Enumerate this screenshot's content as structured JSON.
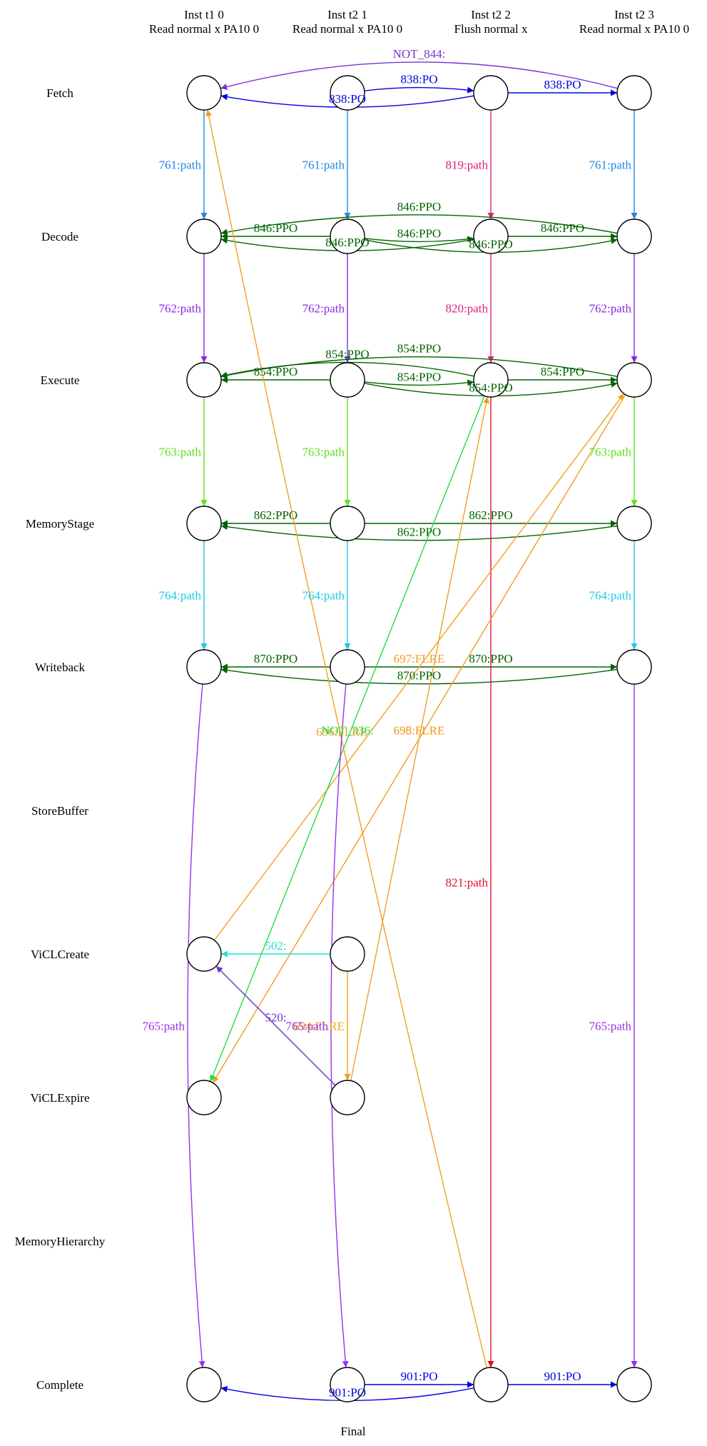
{
  "columns": [
    {
      "id": "t10",
      "line1": "Inst t1 0",
      "line2": "Read normal x PA10 0"
    },
    {
      "id": "t21",
      "line1": "Inst t2 1",
      "line2": "Read normal x PA10 0"
    },
    {
      "id": "t22",
      "line1": "Inst t2 2",
      "line2": "Flush normal  x"
    },
    {
      "id": "t23",
      "line1": "Inst t2 3",
      "line2": "Read normal x PA10 0"
    }
  ],
  "rows": [
    {
      "id": "fetch",
      "label": "Fetch"
    },
    {
      "id": "decode",
      "label": "Decode"
    },
    {
      "id": "execute",
      "label": "Execute"
    },
    {
      "id": "mem",
      "label": "MemoryStage"
    },
    {
      "id": "wb",
      "label": "Writeback"
    },
    {
      "id": "sb",
      "label": "StoreBuffer"
    },
    {
      "id": "vcc",
      "label": "ViCLCreate"
    },
    {
      "id": "vce",
      "label": "ViCLExpire"
    },
    {
      "id": "mh",
      "label": "MemoryHierarchy"
    },
    {
      "id": "complete",
      "label": "Complete"
    }
  ],
  "footer": "Final",
  "colors": {
    "po": "#0000dd",
    "ppo": "#006400",
    "flush_path": "#e0207a",
    "long_path": "#e01030",
    "fetch_decode": "#1e88e5",
    "decode_execute": "#8a2be2",
    "execute_mem": "#5fe01e",
    "mem_wb": "#1ec8e6",
    "complete_path": "#9b30e8",
    "flre": "#f0a020",
    "not336": "#22dd44",
    "vicl": "#22e0d0",
    "not844": "#7733cc",
    "vicl520": "#6633cc"
  },
  "nodes": [
    {
      "col": 0,
      "row": 0
    },
    {
      "col": 1,
      "row": 0
    },
    {
      "col": 2,
      "row": 0
    },
    {
      "col": 3,
      "row": 0
    },
    {
      "col": 0,
      "row": 1
    },
    {
      "col": 1,
      "row": 1
    },
    {
      "col": 2,
      "row": 1
    },
    {
      "col": 3,
      "row": 1
    },
    {
      "col": 0,
      "row": 2
    },
    {
      "col": 1,
      "row": 2
    },
    {
      "col": 2,
      "row": 2
    },
    {
      "col": 3,
      "row": 2
    },
    {
      "col": 0,
      "row": 3
    },
    {
      "col": 1,
      "row": 3
    },
    {
      "col": 3,
      "row": 3
    },
    {
      "col": 0,
      "row": 4
    },
    {
      "col": 1,
      "row": 4
    },
    {
      "col": 3,
      "row": 4
    },
    {
      "col": 0,
      "row": 6
    },
    {
      "col": 1,
      "row": 6
    },
    {
      "col": 0,
      "row": 7
    },
    {
      "col": 1,
      "row": 7
    },
    {
      "col": 0,
      "row": 9
    },
    {
      "col": 1,
      "row": 9
    },
    {
      "col": 2,
      "row": 9
    },
    {
      "col": 3,
      "row": 9
    }
  ],
  "edges": [
    {
      "from": [
        1,
        0
      ],
      "to": [
        2,
        0
      ],
      "bend": -6,
      "color": "po",
      "label": "838:PO"
    },
    {
      "from": [
        2,
        0
      ],
      "to": [
        3,
        0
      ],
      "bend": 0,
      "color": "po",
      "label": "838:PO"
    },
    {
      "from": [
        2,
        0
      ],
      "to": [
        0,
        0
      ],
      "bend": -18,
      "color": "po",
      "label": "838:PO"
    },
    {
      "from": [
        3,
        0
      ],
      "to": [
        0,
        0
      ],
      "bend": 40,
      "color": "not844",
      "label": "NOT_844:"
    },
    {
      "from": [
        0,
        0
      ],
      "to": [
        0,
        1
      ],
      "bend": 0,
      "color": "fetch_decode",
      "label": "761:path"
    },
    {
      "from": [
        1,
        0
      ],
      "to": [
        1,
        1
      ],
      "bend": 0,
      "color": "fetch_decode",
      "label": "761:path"
    },
    {
      "from": [
        2,
        0
      ],
      "to": [
        2,
        1
      ],
      "bend": 0,
      "color": "flush_path",
      "label": "819:path"
    },
    {
      "from": [
        3,
        0
      ],
      "to": [
        3,
        1
      ],
      "bend": 0,
      "color": "fetch_decode",
      "label": "761:path"
    },
    {
      "from": [
        1,
        1
      ],
      "to": [
        0,
        1
      ],
      "bend": 0,
      "color": "ppo",
      "label": "846:PPO"
    },
    {
      "from": [
        1,
        1
      ],
      "to": [
        2,
        1
      ],
      "bend": 6,
      "color": "ppo",
      "label": "846:PPO"
    },
    {
      "from": [
        2,
        1
      ],
      "to": [
        3,
        1
      ],
      "bend": 0,
      "color": "ppo",
      "label": "846:PPO"
    },
    {
      "from": [
        2,
        1
      ],
      "to": [
        0,
        1
      ],
      "bend": -18,
      "color": "ppo",
      "label": "846:PPO"
    },
    {
      "from": [
        3,
        1
      ],
      "to": [
        0,
        1
      ],
      "bend": 28,
      "color": "ppo",
      "label": "846:PPO"
    },
    {
      "from": [
        1,
        1
      ],
      "to": [
        3,
        1
      ],
      "bend": 20,
      "color": "ppo",
      "label": "846:PPO"
    },
    {
      "from": [
        0,
        1
      ],
      "to": [
        0,
        2
      ],
      "bend": 0,
      "color": "decode_execute",
      "label": "762:path"
    },
    {
      "from": [
        1,
        1
      ],
      "to": [
        1,
        2
      ],
      "bend": 0,
      "color": "decode_execute",
      "label": "762:path"
    },
    {
      "from": [
        2,
        1
      ],
      "to": [
        2,
        2
      ],
      "bend": 0,
      "color": "flush_path",
      "label": "820:path"
    },
    {
      "from": [
        3,
        1
      ],
      "to": [
        3,
        2
      ],
      "bend": 0,
      "color": "decode_execute",
      "label": "762:path"
    },
    {
      "from": [
        1,
        2
      ],
      "to": [
        0,
        2
      ],
      "bend": 0,
      "color": "ppo",
      "label": "854:PPO"
    },
    {
      "from": [
        1,
        2
      ],
      "to": [
        2,
        2
      ],
      "bend": 6,
      "color": "ppo",
      "label": "854:PPO"
    },
    {
      "from": [
        2,
        2
      ],
      "to": [
        3,
        2
      ],
      "bend": 0,
      "color": "ppo",
      "label": "854:PPO"
    },
    {
      "from": [
        2,
        2
      ],
      "to": [
        0,
        2
      ],
      "bend": 22,
      "color": "ppo",
      "label": "854:PPO"
    },
    {
      "from": [
        3,
        2
      ],
      "to": [
        0,
        2
      ],
      "bend": 30,
      "color": "ppo",
      "label": "854:PPO"
    },
    {
      "from": [
        1,
        2
      ],
      "to": [
        3,
        2
      ],
      "bend": 20,
      "color": "ppo",
      "label": "854:PPO"
    },
    {
      "from": [
        0,
        2
      ],
      "to": [
        0,
        3
      ],
      "bend": 0,
      "color": "execute_mem",
      "label": "763:path"
    },
    {
      "from": [
        1,
        2
      ],
      "to": [
        1,
        3
      ],
      "bend": 0,
      "color": "execute_mem",
      "label": "763:path"
    },
    {
      "from": [
        3,
        2
      ],
      "to": [
        3,
        3
      ],
      "bend": 0,
      "color": "execute_mem",
      "label": "763:path"
    },
    {
      "from": [
        1,
        3
      ],
      "to": [
        0,
        3
      ],
      "bend": 0,
      "color": "ppo",
      "label": "862:PPO"
    },
    {
      "from": [
        1,
        3
      ],
      "to": [
        3,
        3
      ],
      "bend": 0,
      "color": "ppo",
      "label": "862:PPO"
    },
    {
      "from": [
        3,
        3
      ],
      "to": [
        0,
        3
      ],
      "bend": -22,
      "color": "ppo",
      "label": "862:PPO"
    },
    {
      "from": [
        0,
        3
      ],
      "to": [
        0,
        4
      ],
      "bend": 0,
      "color": "mem_wb",
      "label": "764:path"
    },
    {
      "from": [
        1,
        3
      ],
      "to": [
        1,
        4
      ],
      "bend": 0,
      "color": "mem_wb",
      "label": "764:path"
    },
    {
      "from": [
        3,
        3
      ],
      "to": [
        3,
        4
      ],
      "bend": 0,
      "color": "mem_wb",
      "label": "764:path"
    },
    {
      "from": [
        1,
        4
      ],
      "to": [
        0,
        4
      ],
      "bend": 0,
      "color": "ppo",
      "label": "870:PPO"
    },
    {
      "from": [
        1,
        4
      ],
      "to": [
        3,
        4
      ],
      "bend": 0,
      "color": "ppo",
      "label": "870:PPO"
    },
    {
      "from": [
        3,
        4
      ],
      "to": [
        0,
        4
      ],
      "bend": -22,
      "color": "ppo",
      "label": "870:PPO"
    },
    {
      "from": [
        2,
        2
      ],
      "to": [
        2,
        9
      ],
      "bend": 0,
      "color": "long_path",
      "label": "821:path"
    },
    {
      "from": [
        0,
        6
      ],
      "to": [
        3,
        2
      ],
      "bend": 0,
      "color": "flre",
      "label": "697:FLRE"
    },
    {
      "from": [
        1,
        7
      ],
      "to": [
        2,
        2
      ],
      "bend": 0,
      "color": "flre",
      "label": "698:FLRE"
    },
    {
      "from": [
        3,
        2
      ],
      "to": [
        0,
        7
      ],
      "bend": 0,
      "color": "flre",
      "label": "695:FLRE"
    },
    {
      "from": [
        2,
        9
      ],
      "to": [
        0,
        0
      ],
      "bend": -8,
      "color": "flre",
      "label": "696:FLRE"
    },
    {
      "from": [
        2,
        2
      ],
      "to": [
        0,
        7
      ],
      "bend": 0,
      "color": "not336",
      "label": "NOT_336:"
    },
    {
      "from": [
        1,
        6
      ],
      "to": [
        0,
        6
      ],
      "bend": 0,
      "color": "vicl",
      "label": "502:"
    },
    {
      "from": [
        1,
        6
      ],
      "to": [
        1,
        7
      ],
      "bend": 0,
      "color": "flre",
      "label": "694:FLRE"
    },
    {
      "from": [
        1,
        7
      ],
      "to": [
        0,
        6
      ],
      "bend": 0,
      "color": "vicl520",
      "label": "520:"
    },
    {
      "from": [
        0,
        4
      ],
      "to": [
        0,
        9
      ],
      "bend": 22,
      "color": "complete_path",
      "label": "765:path"
    },
    {
      "from": [
        1,
        4
      ],
      "to": [
        1,
        9
      ],
      "bend": 22,
      "color": "complete_path",
      "label": "765:path"
    },
    {
      "from": [
        3,
        4
      ],
      "to": [
        3,
        9
      ],
      "bend": 0,
      "color": "complete_path",
      "label": "765:path"
    },
    {
      "from": [
        1,
        9
      ],
      "to": [
        2,
        9
      ],
      "bend": 0,
      "color": "po",
      "label": "901:PO"
    },
    {
      "from": [
        2,
        9
      ],
      "to": [
        3,
        9
      ],
      "bend": 0,
      "color": "po",
      "label": "901:PO"
    },
    {
      "from": [
        2,
        9
      ],
      "to": [
        0,
        9
      ],
      "bend": -20,
      "color": "po",
      "label": "901:PO"
    }
  ]
}
